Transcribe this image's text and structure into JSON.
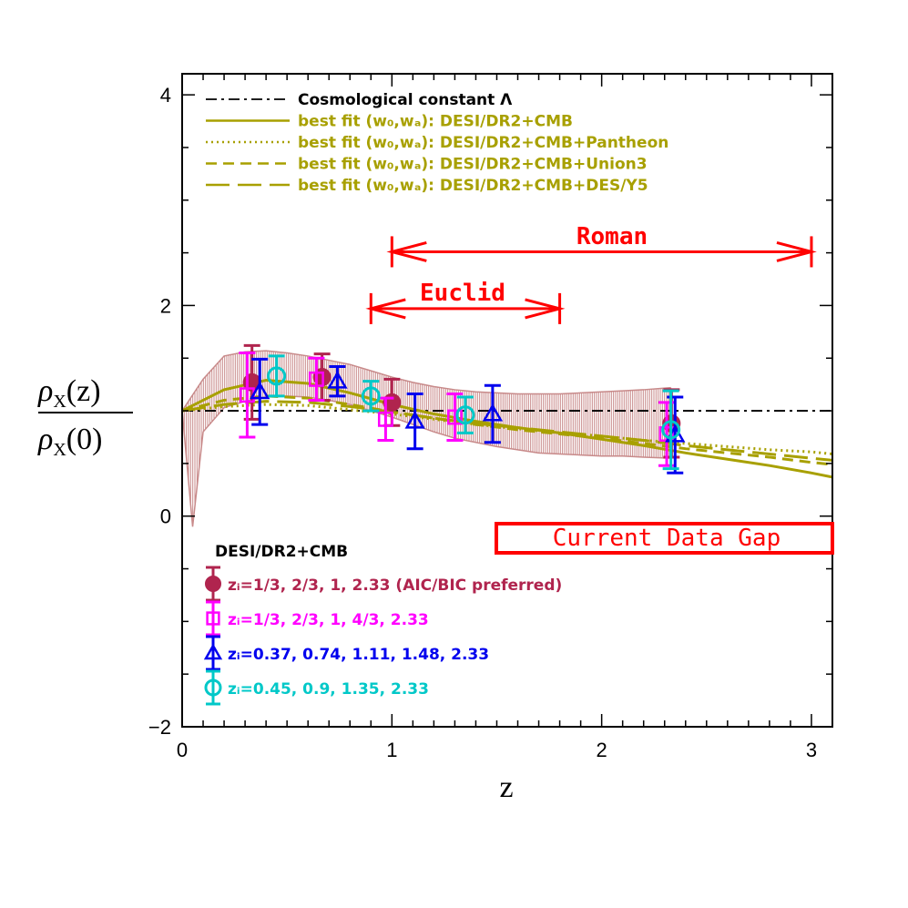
{
  "chart_data": {
    "type": "scatter",
    "xlabel": "z",
    "ylabel_num": "ρ",
    "ylabel_sub": "X",
    "ylabel_num_arg": "(z)",
    "ylabel_den_arg": "(0)",
    "xlim": [
      0,
      3.1
    ],
    "ylim": [
      -2,
      4.2
    ],
    "x_ticks": [
      "0",
      "1",
      "2",
      "3"
    ],
    "y_ticks": [
      "−2",
      "0",
      "2",
      "4"
    ],
    "colors": {
      "olive": "#a8a000",
      "maroon": "#b0244e",
      "magenta": "#ff00ff",
      "blue": "#0000ee",
      "cyan": "#00c8c8",
      "red": "#ff0000",
      "band": "#c88a8a"
    },
    "legend_lines": [
      {
        "label": "Cosmological constant Λ",
        "style": "dashdot",
        "color": "#000000"
      },
      {
        "label": "best fit (w₀,wₐ): DESI/DR2+CMB",
        "style": "solid",
        "color": "#a8a000"
      },
      {
        "label": "best fit (w₀,wₐ): DESI/DR2+CMB+Pantheon",
        "style": "dotted",
        "color": "#a8a000"
      },
      {
        "label": "best fit (w₀,wₐ): DESI/DR2+CMB+Union3",
        "style": "dashed",
        "color": "#a8a000"
      },
      {
        "label": "best fit (w₀,wₐ): DESI/DR2+CMB+DES/Y5",
        "style": "longdash",
        "color": "#a8a000"
      }
    ],
    "series_lines": [
      {
        "style": "dashdot",
        "color": "#000000",
        "x": [
          0,
          3.1
        ],
        "y": [
          1.0,
          1.0
        ]
      },
      {
        "style": "solid",
        "color": "#a8a000",
        "x": [
          0,
          0.2,
          0.4,
          0.6,
          0.8,
          1.0,
          1.2,
          1.4,
          1.6,
          1.8,
          2.0,
          2.2,
          2.4,
          2.6,
          2.8,
          3.0,
          3.1
        ],
        "y": [
          1.0,
          1.2,
          1.29,
          1.26,
          1.17,
          1.06,
          0.97,
          0.9,
          0.84,
          0.79,
          0.73,
          0.67,
          0.6,
          0.54,
          0.48,
          0.41,
          0.37
        ]
      },
      {
        "style": "dotted",
        "color": "#a8a000",
        "x": [
          0,
          0.2,
          0.4,
          0.6,
          0.8,
          1.0,
          1.2,
          1.4,
          1.6,
          1.8,
          2.0,
          2.2,
          2.4,
          2.6,
          2.8,
          3.0,
          3.1
        ],
        "y": [
          1.0,
          1.04,
          1.06,
          1.05,
          1.01,
          0.97,
          0.92,
          0.87,
          0.83,
          0.79,
          0.76,
          0.72,
          0.69,
          0.66,
          0.63,
          0.61,
          0.59
        ]
      },
      {
        "style": "dashed",
        "color": "#a8a000",
        "x": [
          0,
          0.2,
          0.4,
          0.6,
          0.8,
          1.0,
          1.2,
          1.4,
          1.6,
          1.8,
          2.0,
          2.2,
          2.4,
          2.6,
          2.8,
          3.0,
          3.1
        ],
        "y": [
          1.0,
          1.1,
          1.14,
          1.12,
          1.06,
          0.99,
          0.93,
          0.87,
          0.82,
          0.78,
          0.74,
          0.69,
          0.64,
          0.6,
          0.56,
          0.51,
          0.49
        ]
      },
      {
        "style": "longdash",
        "color": "#a8a000",
        "x": [
          0,
          0.2,
          0.4,
          0.6,
          0.8,
          1.0,
          1.2,
          1.4,
          1.6,
          1.8,
          2.0,
          2.2,
          2.4,
          2.6,
          2.8,
          3.0,
          3.1
        ],
        "y": [
          1.0,
          1.06,
          1.09,
          1.08,
          1.04,
          0.99,
          0.93,
          0.88,
          0.84,
          0.8,
          0.76,
          0.72,
          0.67,
          0.63,
          0.59,
          0.55,
          0.53
        ]
      }
    ],
    "band": {
      "x": [
        0,
        0.05,
        0.1,
        0.2,
        0.3,
        0.4,
        0.5,
        0.6,
        0.7,
        0.8,
        0.9,
        1.0,
        1.1,
        1.2,
        1.3,
        1.4,
        1.5,
        1.6,
        1.7,
        1.8,
        1.9,
        2.0,
        2.1,
        2.2,
        2.33
      ],
      "upper": [
        1.0,
        1.15,
        1.3,
        1.52,
        1.56,
        1.57,
        1.55,
        1.52,
        1.48,
        1.44,
        1.38,
        1.32,
        1.27,
        1.23,
        1.2,
        1.18,
        1.17,
        1.16,
        1.16,
        1.16,
        1.17,
        1.18,
        1.19,
        1.2,
        1.22
      ],
      "lower": [
        1.0,
        -0.1,
        0.8,
        1.03,
        1.09,
        1.13,
        1.14,
        1.13,
        1.1,
        1.06,
        1.0,
        0.94,
        0.87,
        0.8,
        0.74,
        0.7,
        0.66,
        0.63,
        0.6,
        0.59,
        0.58,
        0.57,
        0.57,
        0.56,
        0.55
      ]
    },
    "data_series": [
      {
        "label": "zᵢ=1/3, 2/3, 1, 2.33 (AIC/BIC preferred)",
        "marker": "circle-filled",
        "color": "#b0244e",
        "points": [
          [
            0.333,
            1.27,
            0.35
          ],
          [
            0.667,
            1.32,
            0.22
          ],
          [
            1.0,
            1.08,
            0.22
          ],
          [
            2.333,
            0.88,
            0.32
          ]
        ]
      },
      {
        "label": "zᵢ=1/3, 2/3, 1, 4/3, 2.33",
        "marker": "square-open",
        "color": "#ff00ff",
        "points": [
          [
            0.31,
            1.15,
            0.4
          ],
          [
            0.64,
            1.3,
            0.2
          ],
          [
            0.97,
            0.92,
            0.2
          ],
          [
            1.3,
            0.94,
            0.22
          ],
          [
            2.31,
            0.78,
            0.3
          ]
        ]
      },
      {
        "label": "zᵢ=0.37, 0.74, 1.11, 1.48, 2.33",
        "marker": "triangle-open",
        "color": "#0000ee",
        "points": [
          [
            0.37,
            1.18,
            0.31
          ],
          [
            0.74,
            1.28,
            0.14
          ],
          [
            1.11,
            0.9,
            0.26
          ],
          [
            1.48,
            0.97,
            0.27
          ],
          [
            2.35,
            0.77,
            0.36
          ]
        ]
      },
      {
        "label": "zᵢ=0.45, 0.9, 1.35, 2.33",
        "marker": "circle-open",
        "color": "#00c8c8",
        "points": [
          [
            0.45,
            1.33,
            0.19
          ],
          [
            0.9,
            1.14,
            0.14
          ],
          [
            1.35,
            0.96,
            0.17
          ],
          [
            2.33,
            0.82,
            0.37
          ]
        ]
      }
    ],
    "data_legend_title": "DESI/DR2+CMB",
    "annotations": {
      "roman": {
        "label": "Roman",
        "x_start": 1.0,
        "x_end": 3.0,
        "y": 2.51
      },
      "euclid": {
        "label": "Euclid",
        "x_start": 0.9,
        "x_end": 1.8,
        "y": 1.97
      },
      "gap": {
        "label": "Current Data Gap"
      }
    }
  }
}
